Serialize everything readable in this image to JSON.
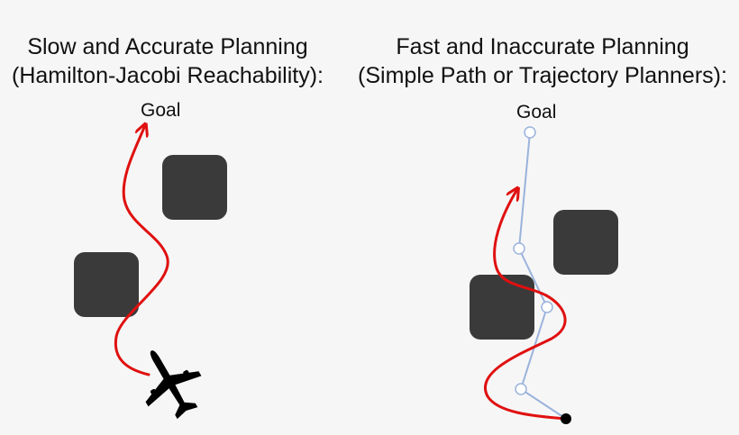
{
  "left_panel": {
    "title_line1": "Slow and Accurate Planning",
    "title_line2": "(Hamilton-Jacobi Reachability):",
    "goal_label": "Goal"
  },
  "right_panel": {
    "title_line1": "Fast and Inaccurate Planning",
    "title_line2": "(Simple Path or Trajectory Planners):",
    "goal_label": "Goal"
  },
  "icons": {
    "vehicle": "airplane-icon"
  },
  "colors": {
    "background": "#f6f6f6",
    "obstacle": "#3a3a3a",
    "trajectory": "#e01010",
    "planned_path": "#9ab3dc",
    "text": "#111111"
  }
}
